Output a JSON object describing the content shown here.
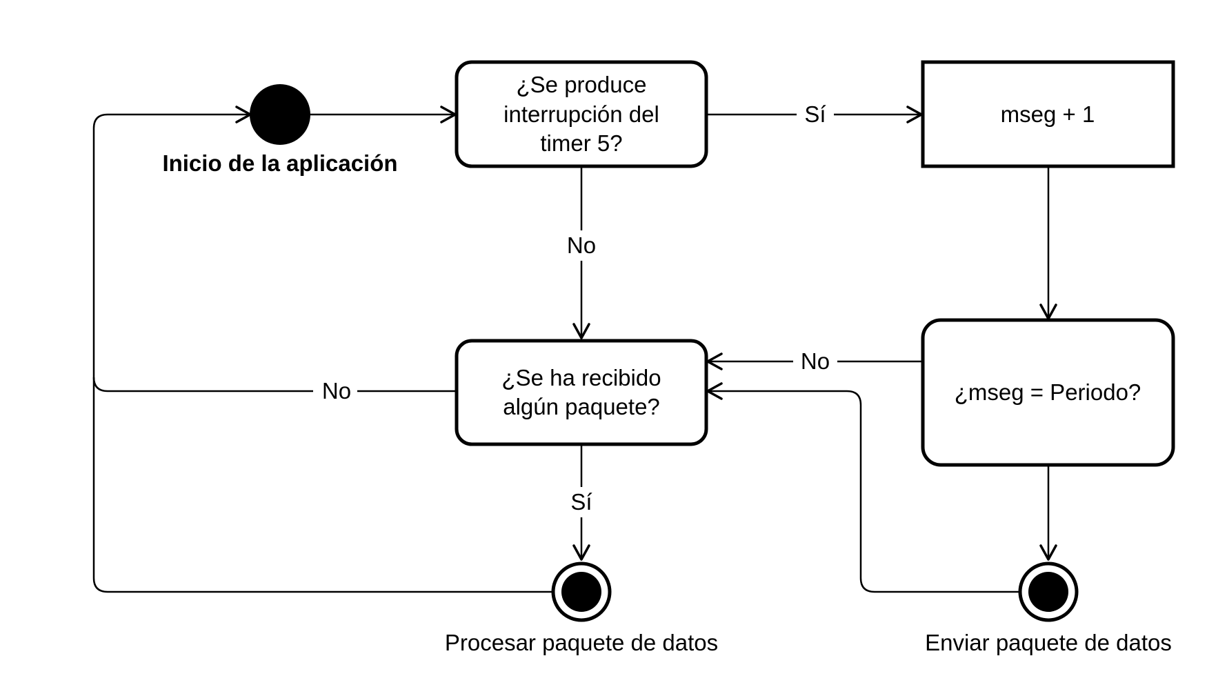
{
  "diagram": {
    "start_label": "Inicio de la aplicación",
    "q_timer": [
      "¿Se produce",
      "interrupción del",
      "timer 5?"
    ],
    "inc": "mseg + 1",
    "q_packet": [
      "¿Se ha recibido",
      "algún paquete?"
    ],
    "q_period": "¿mseg = Periodo?",
    "end_process": "Procesar paquete de datos",
    "end_send": "Enviar paquete de datos",
    "edges": {
      "timer_yes": "Sí",
      "timer_no": "No",
      "period_no": "No",
      "packet_no": "No",
      "packet_yes": "Sí"
    }
  }
}
